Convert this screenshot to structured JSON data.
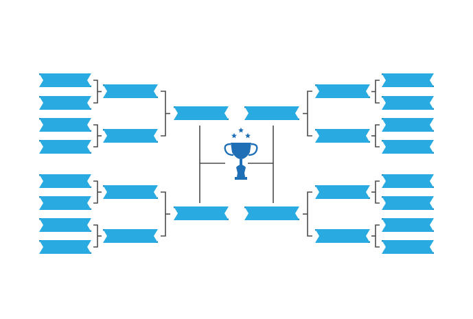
{
  "diagram": {
    "type": "tournament-bracket",
    "title": "",
    "colors": {
      "slot_fill": "#29abe2",
      "slot_notch": "#1b8fc4",
      "connector": "#4a4a4a",
      "trophy": "#1e6fb5",
      "background": "#ffffff"
    },
    "icons": {
      "trophy": "trophy-icon",
      "stars": "star-icon"
    },
    "stars_count": 3,
    "rounds": [
      {
        "name": "round-of-16",
        "slots_per_side": 8
      },
      {
        "name": "quarter-final",
        "slots_per_side": 4
      },
      {
        "name": "semi-final",
        "slots_per_side": 2
      },
      {
        "name": "final",
        "slots_per_side": 0
      }
    ]
  }
}
